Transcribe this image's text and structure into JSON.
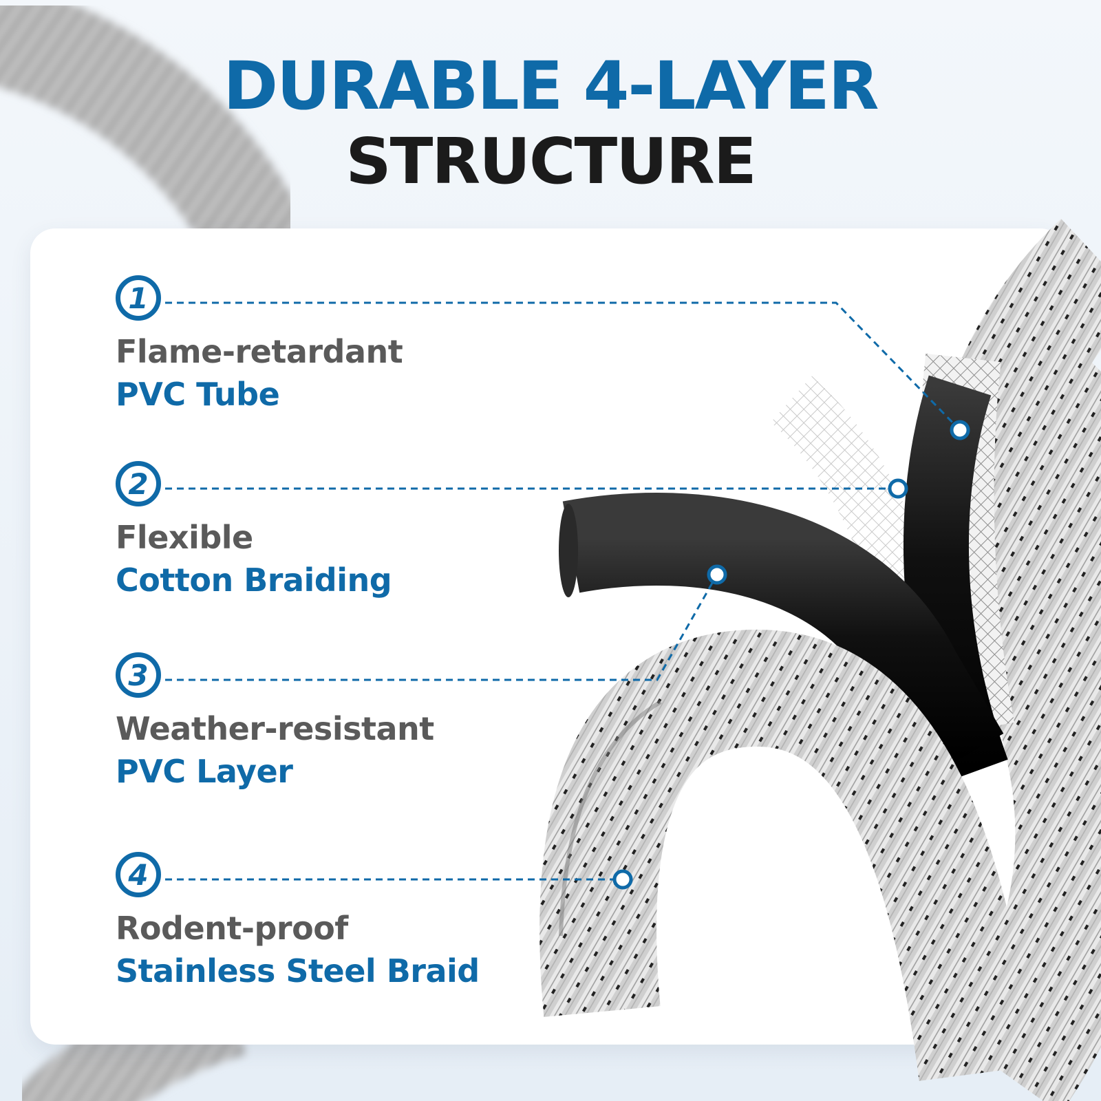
{
  "title": {
    "line1": "DURABLE 4-LAYER",
    "line2": "STRUCTURE"
  },
  "colors": {
    "accent": "#0f6aa8",
    "label_gray": "#5a5a5a",
    "title_dark": "#1b1b1b",
    "card": "#ffffff"
  },
  "layers": [
    {
      "number": "1",
      "line1": "Flame-retardant",
      "line2": "PVC Tube"
    },
    {
      "number": "2",
      "line1": "Flexible",
      "line2": "Cotton Braiding"
    },
    {
      "number": "3",
      "line1": "Weather-resistant",
      "line2": "PVC Layer"
    },
    {
      "number": "4",
      "line1": "Rodent-proof",
      "line2": "Stainless Steel Braid"
    }
  ]
}
